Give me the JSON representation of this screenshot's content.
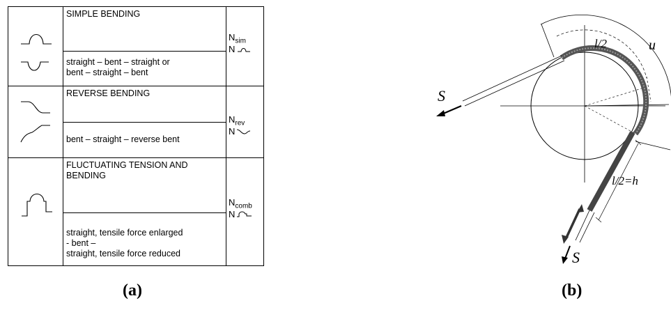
{
  "table": {
    "rows": [
      {
        "title": "SIMPLE BENDING",
        "description": "straight – bent – straight   or\nbent – straight – bent",
        "symbol_main": "N",
        "symbol_sub": "sim",
        "symbol_alt": "N",
        "icon": "simple-bending-icon"
      },
      {
        "title": "REVERSE BENDING",
        "description": "bent – straight – reverse bent",
        "symbol_main": "N",
        "symbol_sub": "rev",
        "symbol_alt": "N",
        "icon": "reverse-bending-icon"
      },
      {
        "title": "FLUCTUATING TENSION AND\nBENDING",
        "description": "straight, tensile force enlarged\n-  bent –\nstraight, tensile force reduced",
        "symbol_main": "N",
        "symbol_sub": "comb",
        "symbol_alt": "N",
        "icon": "fluctuating-tension-icon"
      }
    ]
  },
  "labels": {
    "panel_a": "(a)",
    "panel_b": "(b)"
  },
  "diagram": {
    "force_top": "S",
    "force_bottom": "S",
    "arc_half": "l/2",
    "arc_u": "u",
    "straight_half": "l/2=h",
    "rope_color": "#555555"
  }
}
